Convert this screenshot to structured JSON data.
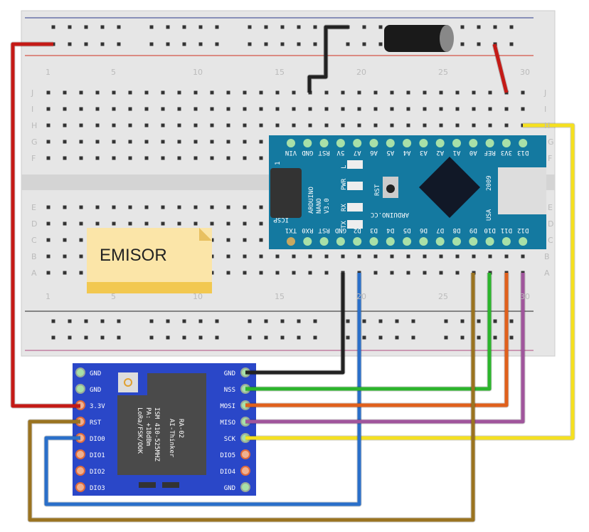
{
  "breadboard": {
    "column_numbers": [
      "1",
      "5",
      "10",
      "15",
      "20",
      "25",
      "30"
    ],
    "row_letters": [
      "J",
      "I",
      "H",
      "G",
      "F",
      "E",
      "D",
      "C",
      "B",
      "A"
    ]
  },
  "note": {
    "text": "EMISOR"
  },
  "arduino": {
    "name_lines": [
      "ARDUINO",
      "NANO",
      "V3.0"
    ],
    "site": "ARDUINO.CC",
    "year": "2009",
    "country": "USA",
    "icsp": "ICSP",
    "icsp_num": "1",
    "reset": "RST",
    "leds": [
      "L",
      "PWR",
      "RX",
      "TX"
    ],
    "top_pins": [
      "VIN",
      "GND",
      "RST",
      "5V",
      "A7",
      "A6",
      "A5",
      "A4",
      "A3",
      "A2",
      "A1",
      "A0",
      "REF",
      "3V3",
      "D13"
    ],
    "bottom_pins": [
      "TX1",
      "RX0",
      "RST",
      "GND",
      "D2",
      "D3",
      "D4",
      "D5",
      "D6",
      "D7",
      "D8",
      "D9",
      "D10",
      "D11",
      "D12"
    ]
  },
  "module": {
    "title": "RA-02",
    "maker": "AI-Thinker",
    "lines": [
      "ISM 410-525MHZ",
      "PA: +18dBm",
      "LoRa/FSK/OOK"
    ],
    "left_pins": [
      "GND",
      "GND",
      "3.3V",
      "RST",
      "DIO0",
      "DIO1",
      "DIO2",
      "DIO3"
    ],
    "right_pins": [
      "GND",
      "NSS",
      "MOSI",
      "MISO",
      "SCK",
      "DIO5",
      "DIO4",
      "GND"
    ]
  },
  "colors": {
    "board": "#1479a0",
    "module": "#2a47c8",
    "red": "#c41a16",
    "black": "#222222",
    "yellow": "#f5e020",
    "blue": "#2a6fc9",
    "green": "#2cb52c",
    "orange": "#e0601c",
    "purple": "#a0559c",
    "brown": "#9a7320"
  }
}
